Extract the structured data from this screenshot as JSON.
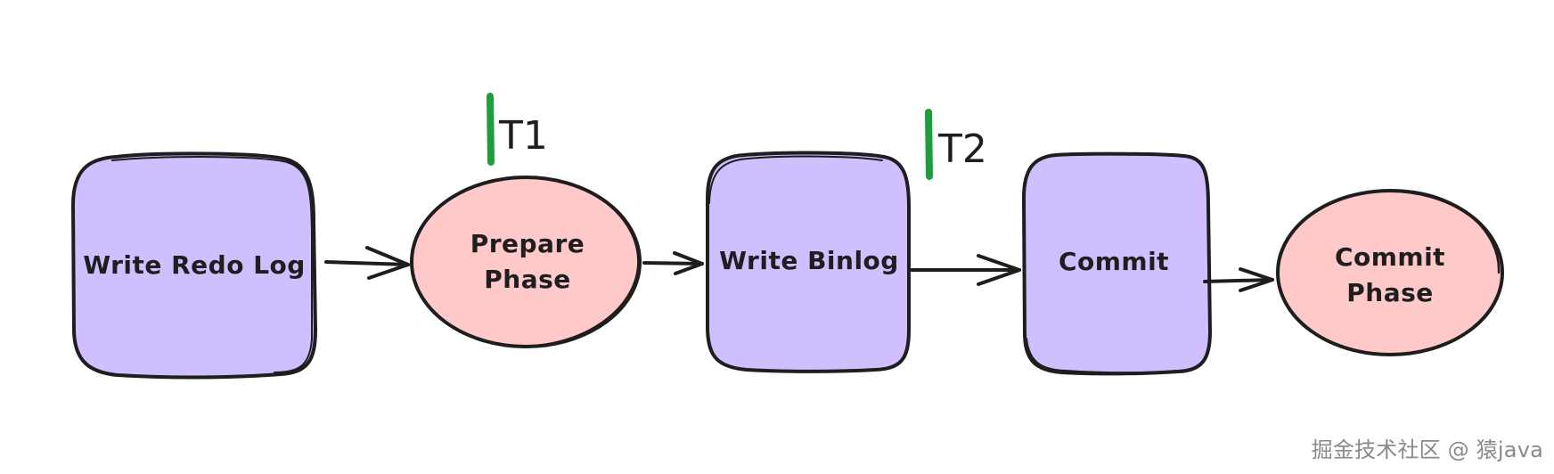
{
  "nodes": [
    {
      "id": "write-redo-log",
      "shape": "rounded-rect",
      "label": "Write Redo Log",
      "fill": "#d0bfff"
    },
    {
      "id": "prepare-phase",
      "shape": "ellipse",
      "label_lines": [
        "Prepare",
        "Phase"
      ],
      "fill": "#ffc9c9"
    },
    {
      "id": "write-binlog",
      "shape": "rounded-rect",
      "label": "Write Binlog",
      "fill": "#d0bfff"
    },
    {
      "id": "commit",
      "shape": "rounded-rect",
      "label": "Commit",
      "fill": "#d0bfff"
    },
    {
      "id": "commit-phase",
      "shape": "ellipse",
      "label_lines": [
        "Commit",
        "Phase"
      ],
      "fill": "#ffc9c9"
    }
  ],
  "markers": [
    {
      "id": "t1",
      "label": "T1",
      "color": "#1e9e3a"
    },
    {
      "id": "t2",
      "label": "T2",
      "color": "#1e9e3a"
    }
  ],
  "watermark": "掘金技术社区 @ 猿java",
  "colors": {
    "stroke": "#1e1e1e",
    "rect_fill": "#d0bfff",
    "ellipse_fill": "#ffc9c9",
    "marker": "#1e9e3a"
  }
}
